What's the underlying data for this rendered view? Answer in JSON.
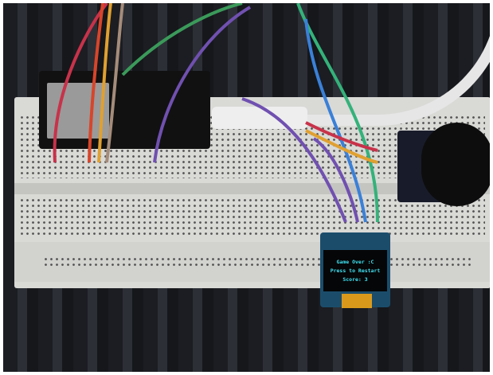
{
  "oled_display": {
    "line1": "Game Over :C",
    "line2": "Press to Restart",
    "line3": "Score: 3"
  },
  "colors": {
    "display_text": "#3fe0f0",
    "breadboard": "#d9d9d6"
  }
}
